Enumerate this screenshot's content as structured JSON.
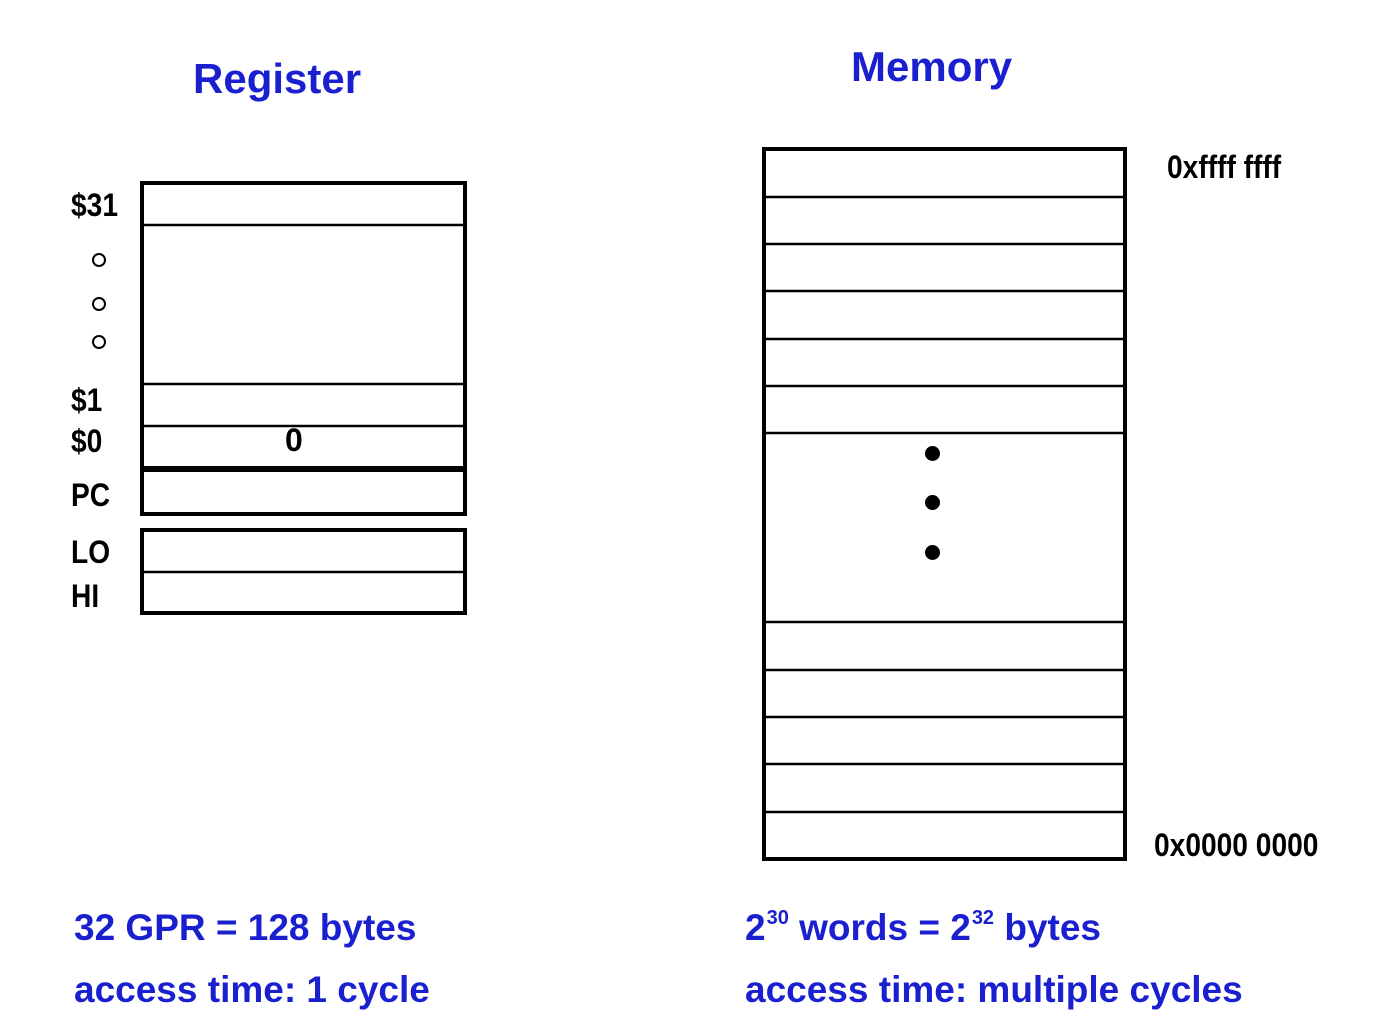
{
  "register": {
    "title": "Register",
    "labels": {
      "r31": "$31",
      "r1": "$1",
      "r0": "$0",
      "pc": "PC",
      "lo": "LO",
      "hi": "HI"
    },
    "r0_value": "0",
    "ellipsis_icon": "vertical-ellipsis-rings",
    "caption_line1": "32 GPR = 128 bytes",
    "caption_line2": "access time: 1 cycle"
  },
  "memory": {
    "title": "Memory",
    "top_address": "0xffff ffff",
    "bottom_address": "0x0000 0000",
    "ellipsis_icon": "vertical-ellipsis-dots",
    "caption": {
      "base1": "2",
      "exp1": "30",
      "words_text": "words = 2",
      "exp2": "32",
      "bytes_text": "bytes",
      "line2": "access time: multiple cycles"
    }
  },
  "colors": {
    "title": "#1a1fcf",
    "caption": "#1a1fcf",
    "line": "#000000"
  }
}
